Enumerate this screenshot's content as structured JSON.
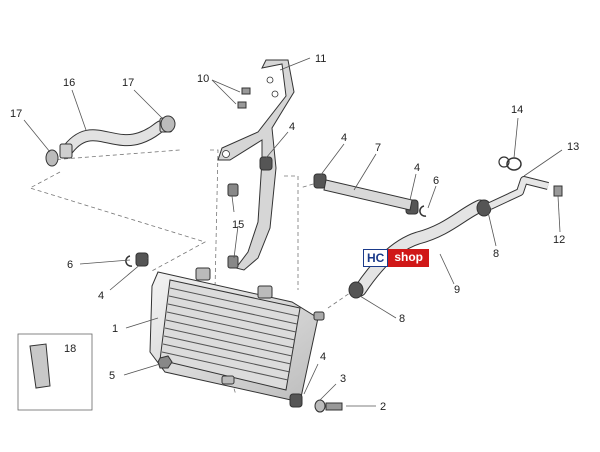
{
  "logo": {
    "part1": "HC",
    "part2": "shop"
  },
  "callouts": [
    "1",
    "2",
    "3",
    "4",
    "4",
    "4",
    "4",
    "4",
    "5",
    "6",
    "6",
    "7",
    "8",
    "8",
    "9",
    "10",
    "11",
    "12",
    "13",
    "14",
    "15",
    "16",
    "17",
    "17",
    "18"
  ],
  "colors": {
    "line": "#333333",
    "fill_light": "#e8e8e8",
    "fill_mid": "#c9c9c9",
    "fill_dark": "#8c8c8c",
    "logo_red": "#d01818",
    "logo_blue": "#1a3a8a"
  }
}
